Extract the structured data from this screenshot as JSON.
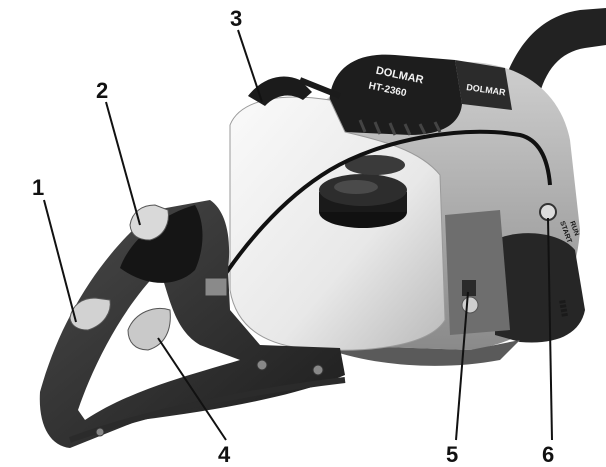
{
  "callouts": [
    "1",
    "2",
    "3",
    "4",
    "5",
    "6"
  ],
  "engine_cover": {
    "brand": "DOLMAR",
    "model": "HT-2360",
    "subtext": ""
  },
  "side_plate": {
    "brand": "DOLMAR"
  },
  "switch_label": {
    "line1": "START",
    "line2": "RUN"
  },
  "colors": {
    "background": "#ffffff",
    "ink": "#111111",
    "dark_plastic": "#2a2a2a",
    "tank": "#f1f1f1"
  }
}
